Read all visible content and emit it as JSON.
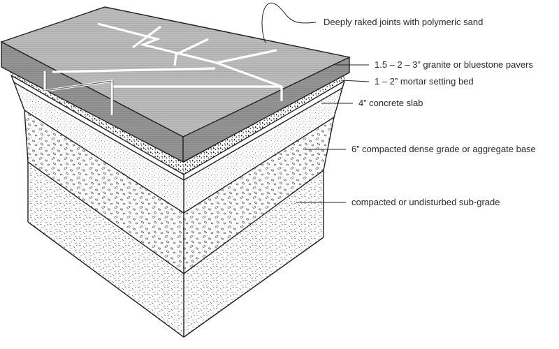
{
  "callouts": {
    "joints": "Deeply raked joints with polymeric sand",
    "pavers": "1.5 – 2 – 3” granite or bluestone pavers",
    "mortar": "1 – 2” mortar setting bed",
    "slab": "4” concrete slab",
    "base": "6” compacted dense grade or aggregate base",
    "subgrade": "compacted or undisturbed sub-grade"
  },
  "colors": {
    "paver_top": "#b9b9b9",
    "paver_front": "#8e8e8e",
    "paver_side": "#a4a4a4",
    "joint": "#ffffff",
    "line": "#1f1f1f"
  }
}
